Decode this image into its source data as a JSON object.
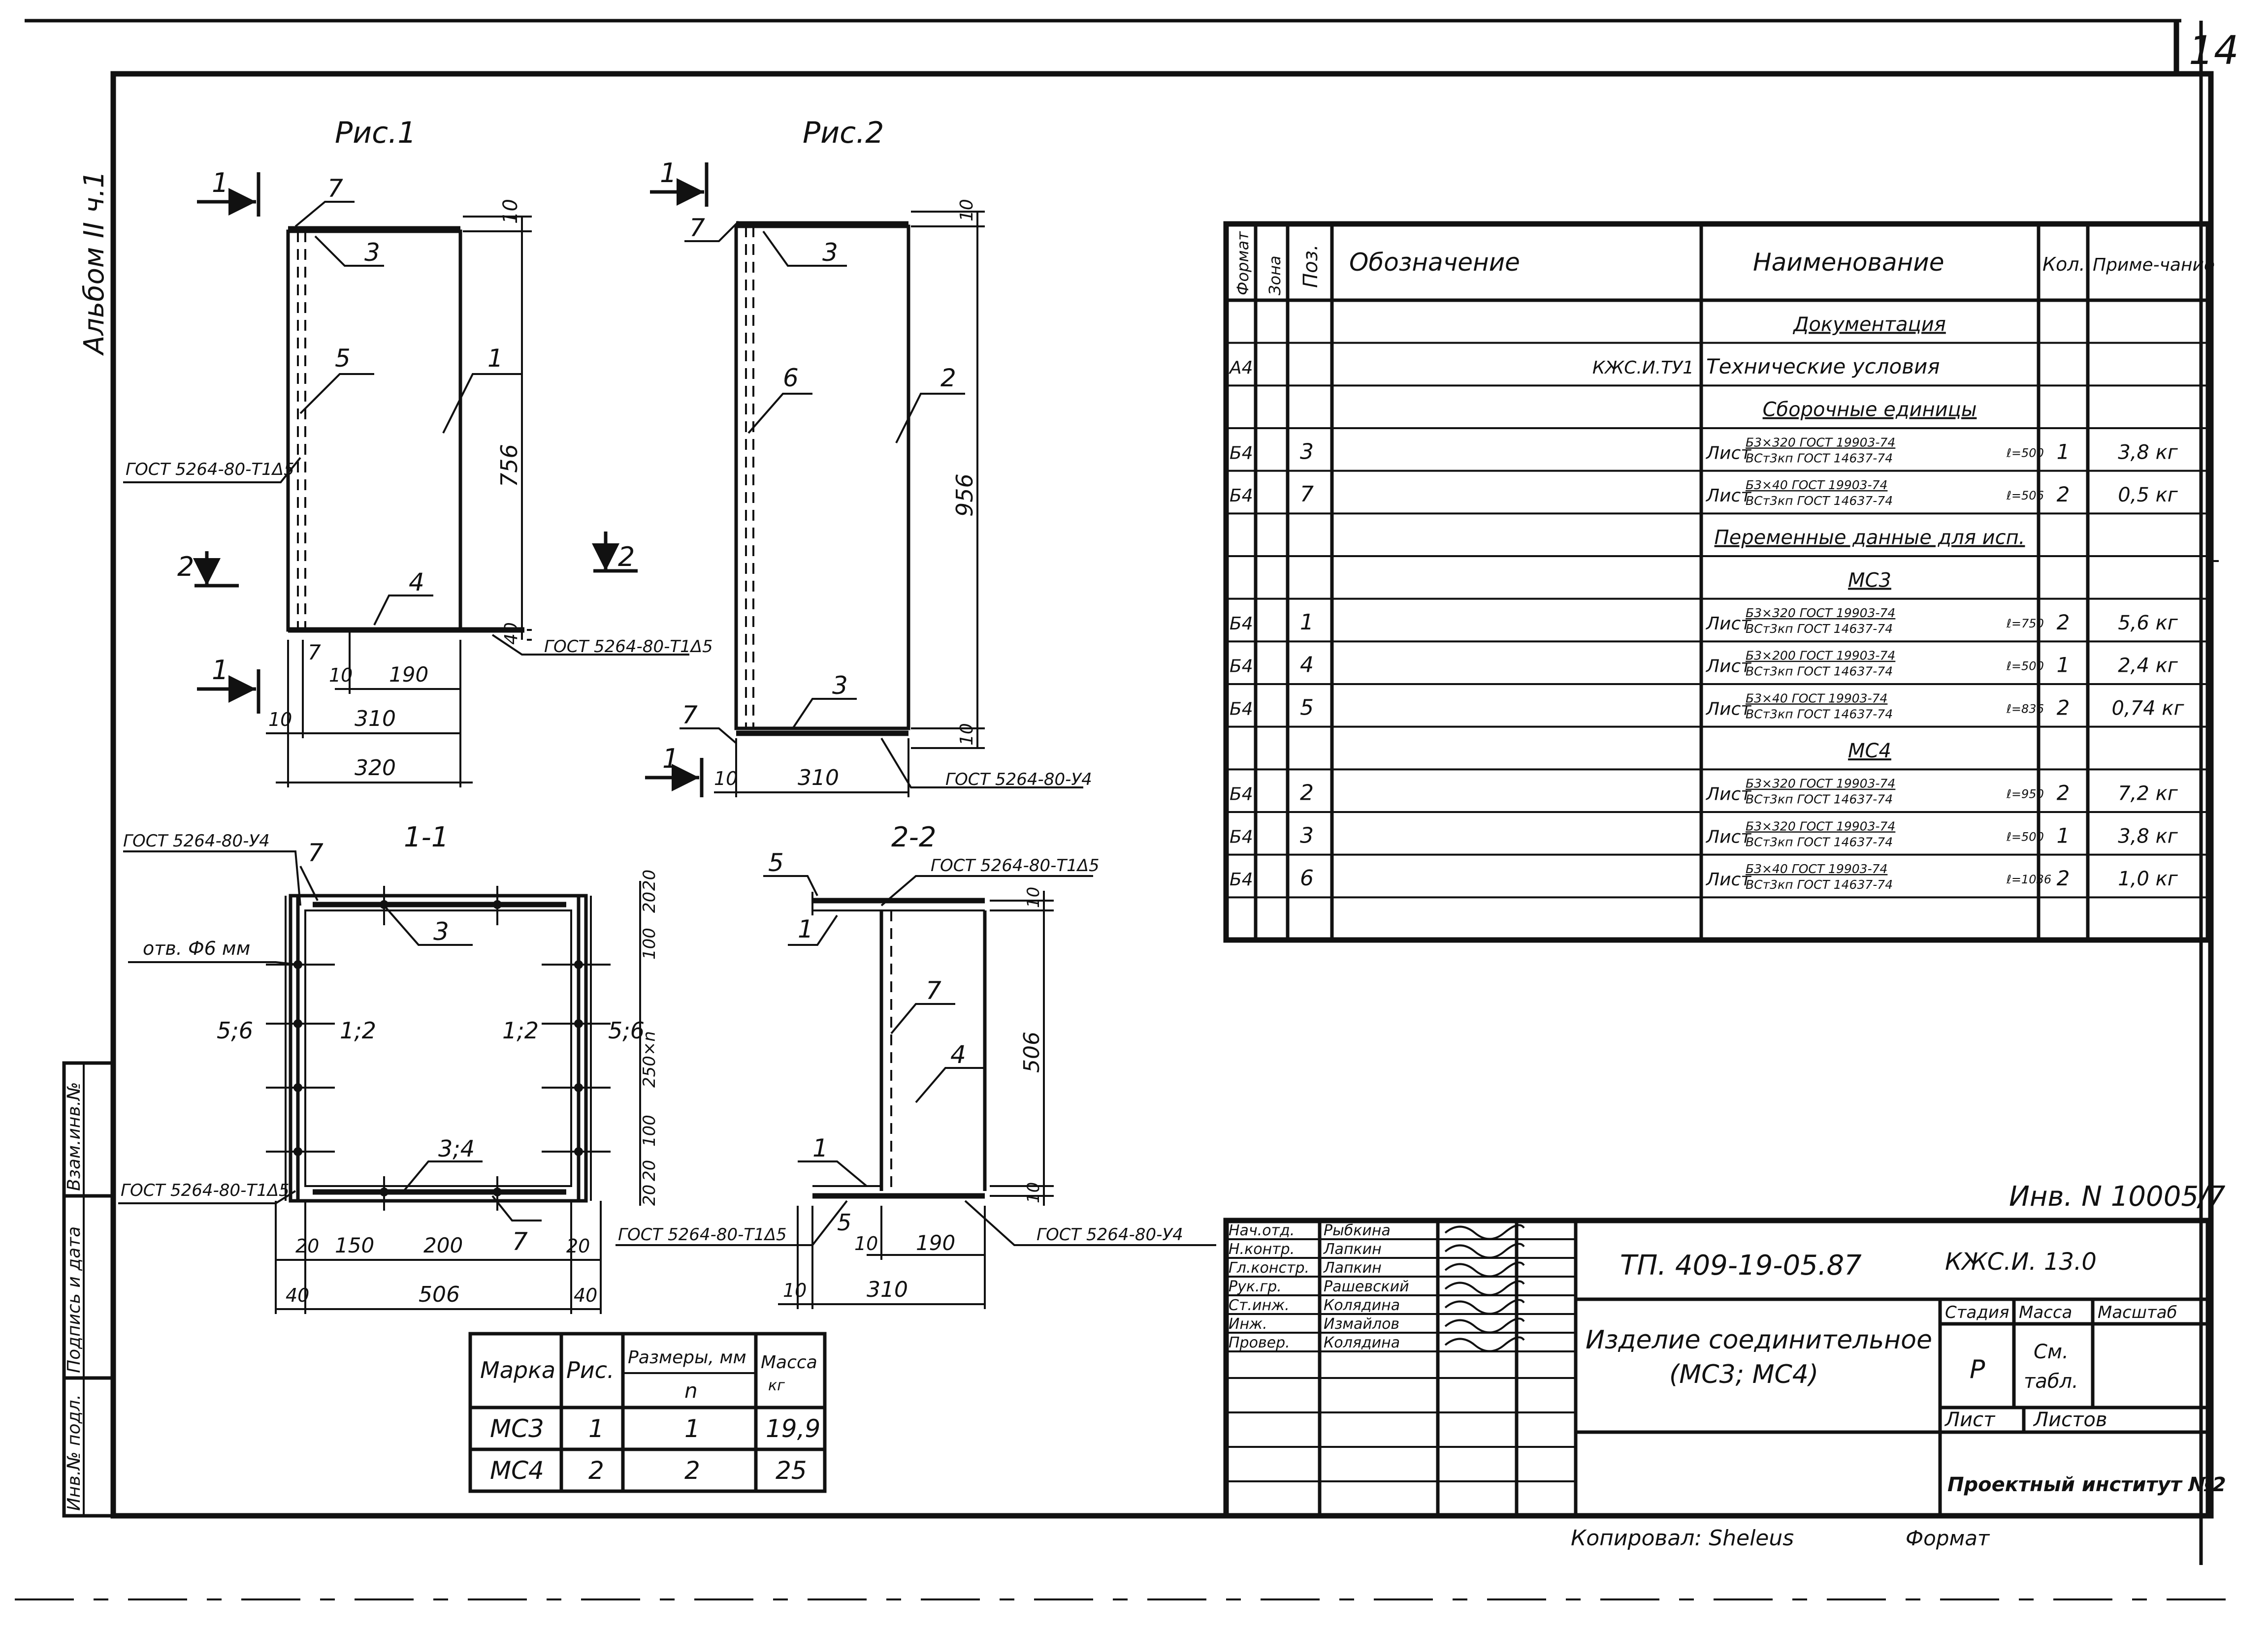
{
  "page_number": "14",
  "album": "Альбом II ч.1",
  "inv_number": "Инв. N 10005/7",
  "copied_by": "Копировал: Sheleus",
  "format_label": "Формат",
  "side_stamp": [
    "Инв.№ подл.",
    "Подпись и дата",
    "Взам.инв.№"
  ],
  "figures": {
    "fig1": {
      "title": "Рис.1",
      "pos": [
        "1",
        "7",
        "3",
        "5",
        "1",
        "4",
        "7",
        "2"
      ],
      "dims": [
        "10",
        "756",
        "40",
        "10",
        "190",
        "310",
        "320",
        "10"
      ],
      "weld": "ГОСТ 5264-80-Т1Δ5",
      "weld2": "ГОСТ 5264-80-Т1Δ5",
      "section1": "1",
      "section2": "2"
    },
    "fig2": {
      "title": "Рис.2",
      "pos": [
        "1",
        "7",
        "3",
        "6",
        "2",
        "3",
        "7",
        "1",
        "2"
      ],
      "dims": [
        "10",
        "956",
        "10",
        "10",
        "310"
      ],
      "weld": "ГОСТ 5264-80-У4"
    },
    "sec11": {
      "title": "1-1",
      "pos": [
        "7",
        "3",
        "5;6",
        "1;2",
        "1;2",
        "5;6",
        "3;4",
        "7"
      ],
      "hole": "отв. Ф6 мм",
      "dims": [
        "20",
        "100",
        "20",
        "250×n",
        "20",
        "100",
        "20",
        "20",
        "150",
        "200",
        "20",
        "7",
        "40",
        "506",
        "40"
      ],
      "weld_top": "ГОСТ 5264-80-У4",
      "weld_bottom": "ГОСТ 5264-80-Т1Δ5"
    },
    "sec22": {
      "title": "2-2",
      "pos": [
        "5",
        "1",
        "7",
        "4",
        "1",
        "5"
      ],
      "dims": [
        "10",
        "506",
        "10",
        "10",
        "190",
        "310",
        "10"
      ],
      "weld_top": "ГОСТ 5264-80-Т1Δ5",
      "weld_left": "ГОСТ 5264-80-Т1Δ5",
      "weld_right": "ГОСТ 5264-80-У4"
    }
  },
  "spec": {
    "headers": {
      "format": "Формат",
      "zone": "Зона",
      "pos": "Поз.",
      "designation": "Обозначение",
      "name": "Наименование",
      "qty": "Кол.",
      "note": "Приме-чание"
    },
    "rows": [
      {
        "format": "",
        "pos": "",
        "designation": "",
        "name": "Документация",
        "qty": "",
        "note": "",
        "style": "heading"
      },
      {
        "format": "А4",
        "pos": "",
        "designation": "КЖС.И.ТУ1",
        "name": "Технические условия",
        "qty": "",
        "note": ""
      },
      {
        "format": "",
        "pos": "",
        "designation": "",
        "name": "Сборочные единицы",
        "qty": "",
        "note": "",
        "style": "heading"
      },
      {
        "format": "Б4",
        "pos": "3",
        "designation": "",
        "name": "Лист",
        "frac_top": "Б3×320 ГОСТ 19903-74",
        "frac_bot": "ВСт3кп ГОСТ 14637-74",
        "len": "ℓ=500",
        "qty": "1",
        "note": "3,8 кг"
      },
      {
        "format": "Б4",
        "pos": "7",
        "designation": "",
        "name": "Лист",
        "frac_top": "Б3×40 ГОСТ 19903-74",
        "frac_bot": "ВСт3кп ГОСТ 14637-74",
        "len": "ℓ=506",
        "qty": "2",
        "note": "0,5 кг"
      },
      {
        "format": "",
        "pos": "",
        "designation": "",
        "name": "Переменные данные для исп.",
        "qty": "",
        "note": "",
        "style": "heading"
      },
      {
        "format": "",
        "pos": "",
        "designation": "",
        "name": "МС3",
        "qty": "",
        "note": "",
        "style": "center"
      },
      {
        "format": "Б4",
        "pos": "1",
        "designation": "",
        "name": "Лист",
        "frac_top": "Б3×320 ГОСТ 19903-74",
        "frac_bot": "ВСт3кп ГОСТ 14637-74",
        "len": "ℓ=750",
        "qty": "2",
        "note": "5,6 кг"
      },
      {
        "format": "Б4",
        "pos": "4",
        "designation": "",
        "name": "Лист",
        "frac_top": "Б3×200 ГОСТ 19903-74",
        "frac_bot": "ВСт3кп ГОСТ 14637-74",
        "len": "ℓ=500",
        "qty": "1",
        "note": "2,4 кг"
      },
      {
        "format": "Б4",
        "pos": "5",
        "designation": "",
        "name": "Лист",
        "frac_top": "Б3×40 ГОСТ 19903-74",
        "frac_bot": "ВСт3кп ГОСТ 14637-74",
        "len": "ℓ=836",
        "qty": "2",
        "note": "0,74 кг"
      },
      {
        "format": "",
        "pos": "",
        "designation": "",
        "name": "МС4",
        "qty": "",
        "note": "",
        "style": "center"
      },
      {
        "format": "Б4",
        "pos": "2",
        "designation": "",
        "name": "Лист",
        "frac_top": "Б3×320 ГОСТ 19903-74",
        "frac_bot": "ВСт3кп ГОСТ 14637-74",
        "len": "ℓ=950",
        "qty": "2",
        "note": "7,2 кг"
      },
      {
        "format": "Б4",
        "pos": "3",
        "designation": "",
        "name": "Лист",
        "frac_top": "Б3×320 ГОСТ 19903-74",
        "frac_bot": "ВСт3кп ГОСТ 14637-74",
        "len": "ℓ=500",
        "qty": "1",
        "note": "3,8 кг"
      },
      {
        "format": "Б4",
        "pos": "6",
        "designation": "",
        "name": "Лист",
        "frac_top": "Б3×40 ГОСТ 19903-74",
        "frac_bot": "ВСт3кп ГОСТ 14637-74",
        "len": "ℓ=1036",
        "qty": "2",
        "note": "1,0 кг"
      },
      {
        "format": "",
        "pos": "",
        "designation": "",
        "name": "",
        "qty": "",
        "note": ""
      }
    ]
  },
  "marks": {
    "headers": {
      "mark": "Марка",
      "fig": "Рис.",
      "dims": "Размеры, мм",
      "n": "n",
      "mass": "Масса",
      "mass_unit": "кг"
    },
    "rows": [
      {
        "mark": "МС3",
        "fig": "1",
        "n": "1",
        "mass": "19,9"
      },
      {
        "mark": "МС4",
        "fig": "2",
        "n": "2",
        "mass": "25"
      }
    ]
  },
  "title_block": {
    "signatures": [
      {
        "role": "Нач.отд.",
        "name": "Рыбкина"
      },
      {
        "role": "Н.контр.",
        "name": "Лапкин"
      },
      {
        "role": "Гл.констр.",
        "name": "Лапкин"
      },
      {
        "role": "Рук.гр.",
        "name": "Рашевский"
      },
      {
        "role": "Ст.инж.",
        "name": "Колядина"
      },
      {
        "role": "Инж.",
        "name": "Измайлов"
      },
      {
        "role": "Провер.",
        "name": "Колядина"
      }
    ],
    "doc_code": "ТП. 409-19-05.87",
    "sheet_code": "КЖС.И. 13.0",
    "title_line1": "Изделие соединительное",
    "title_line2": "(МС3; МС4)",
    "stage_label": "Стадия",
    "mass_label": "Масса",
    "scale_label": "Масштаб",
    "stage": "Р",
    "mass_value1": "См.",
    "mass_value2": "табл.",
    "sheet_label": "Лист",
    "sheets_label": "Листов",
    "org": "Проектный институт №2"
  }
}
